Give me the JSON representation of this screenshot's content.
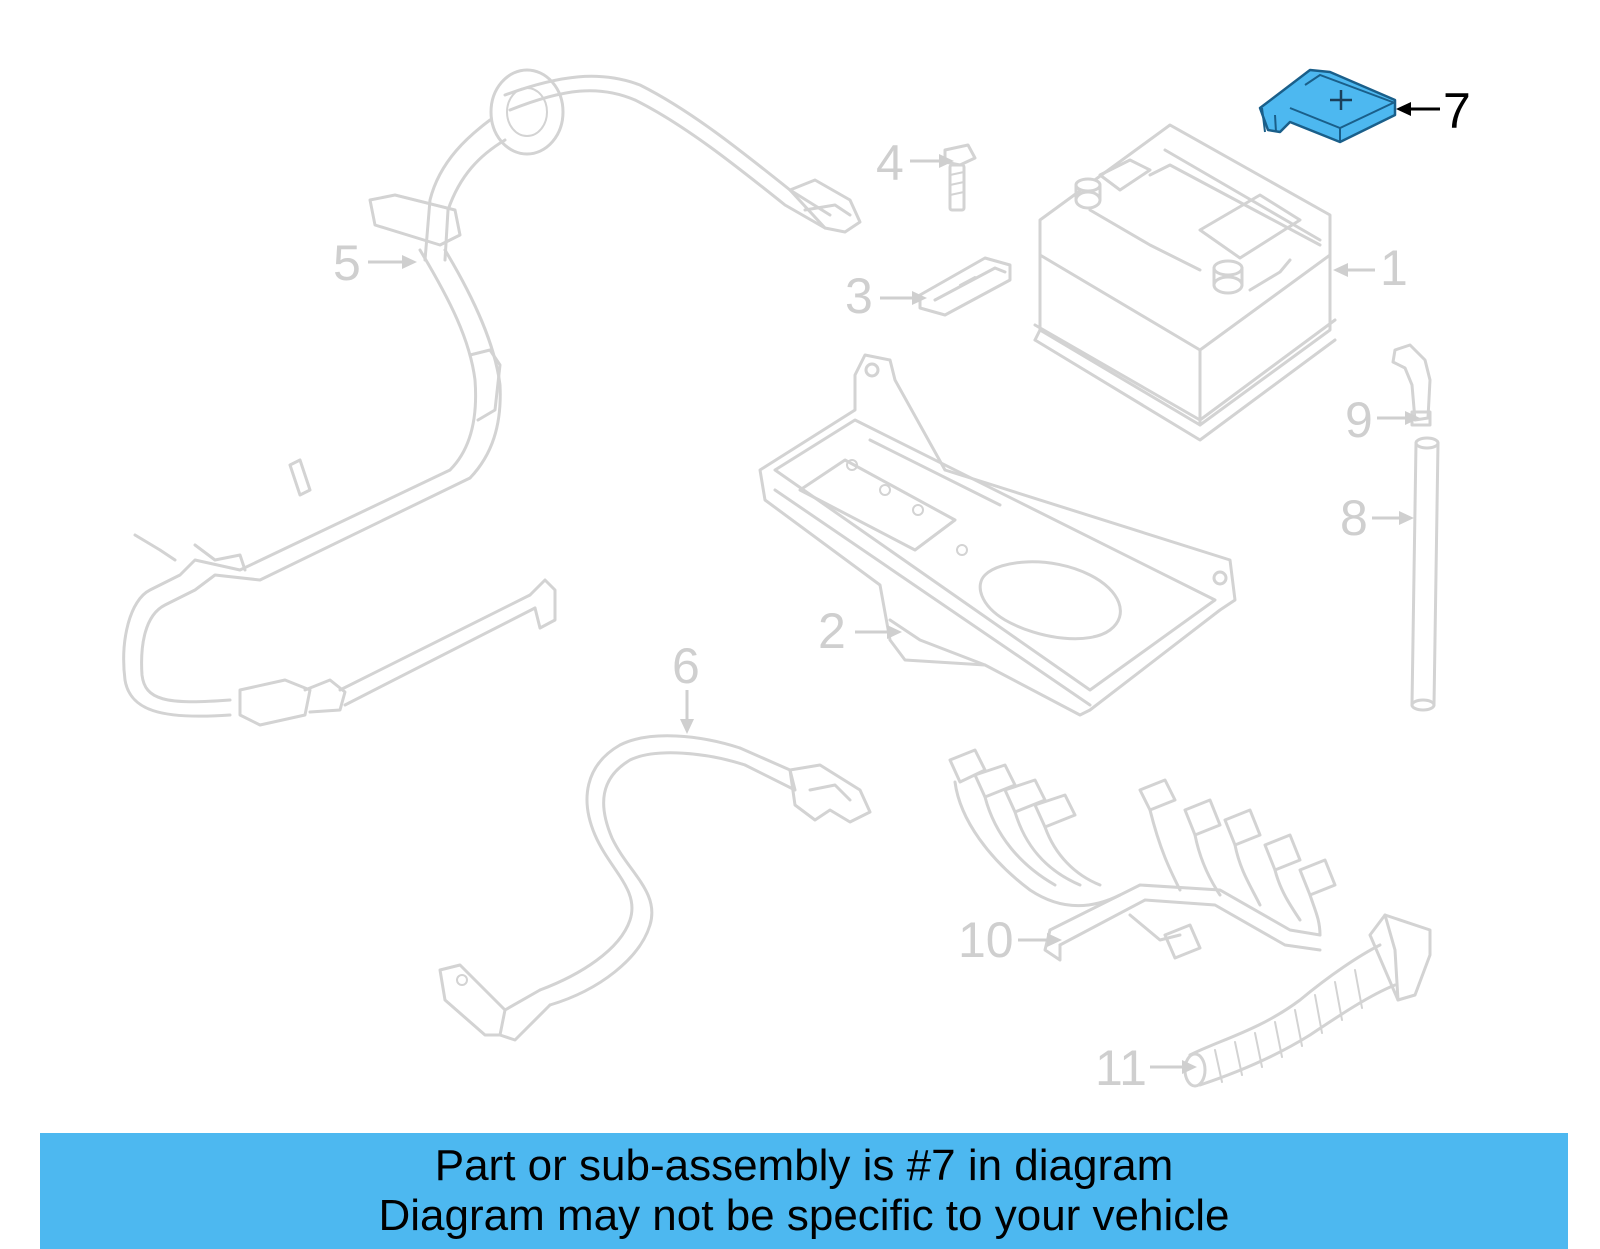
{
  "diagram": {
    "callouts": [
      {
        "num": "1",
        "part": "battery"
      },
      {
        "num": "2",
        "part": "battery-tray"
      },
      {
        "num": "3",
        "part": "hold-down-clamp"
      },
      {
        "num": "4",
        "part": "bolt"
      },
      {
        "num": "5",
        "part": "positive-cable"
      },
      {
        "num": "6",
        "part": "negative-cable"
      },
      {
        "num": "7",
        "part": "terminal-cover",
        "highlighted": true
      },
      {
        "num": "8",
        "part": "vent-hose"
      },
      {
        "num": "9",
        "part": "vent-elbow"
      },
      {
        "num": "10",
        "part": "wiring-harness"
      },
      {
        "num": "11",
        "part": "grommet"
      }
    ],
    "highlight_color": "#4db8f0",
    "part_line_color": "#d3d3d3"
  },
  "banner": {
    "line1": "Part or sub-assembly is #7 in diagram",
    "line2": "Diagram may not be specific to your vehicle",
    "background": "#4db8f0"
  }
}
